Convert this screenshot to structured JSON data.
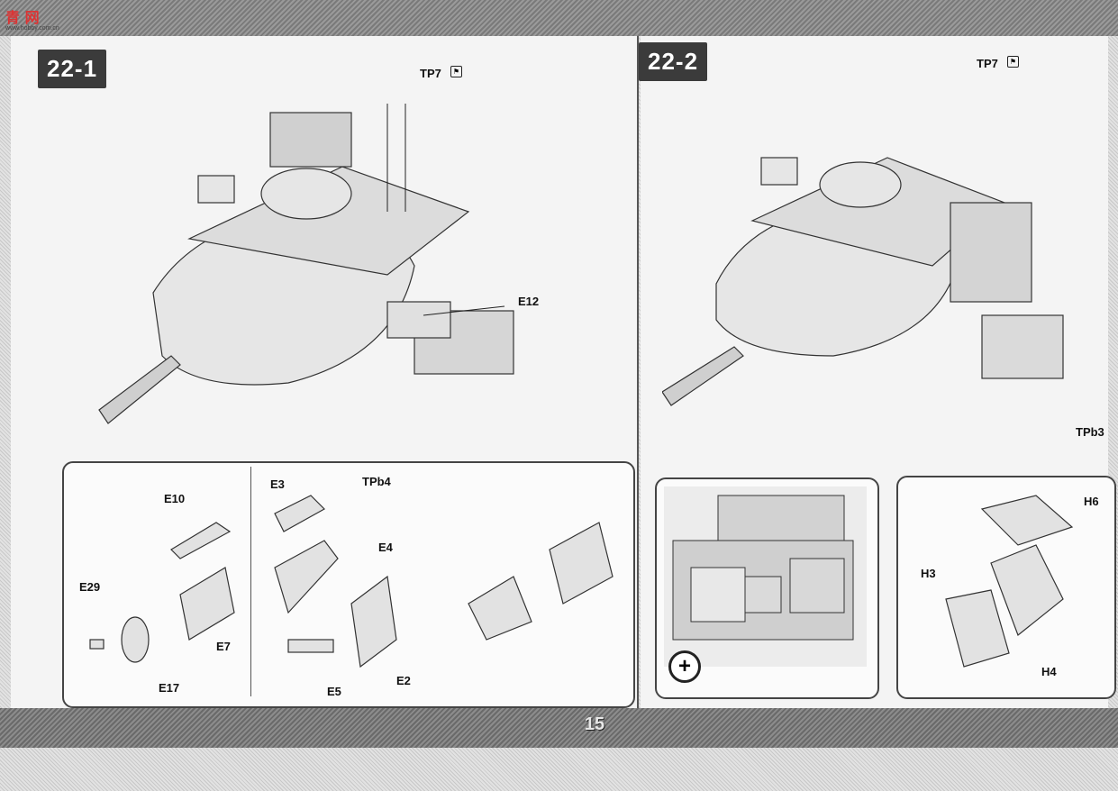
{
  "logo": {
    "text": "青 网",
    "subtext": "www.hobby.com.cn"
  },
  "steps": [
    {
      "id": "22-1",
      "label": "22-1"
    },
    {
      "id": "22-2",
      "label": "22-2"
    }
  ],
  "left": {
    "labels": {
      "tp7": "TP7",
      "e12": "E12",
      "e10": "E10",
      "e29": "E29",
      "e7": "E7",
      "e17": "E17",
      "e3": "E3",
      "tpb4": "TPb4",
      "e4": "E4",
      "e2": "E2",
      "e5": "E5"
    }
  },
  "right": {
    "labels": {
      "tp7": "TP7",
      "tpb3": "TPb3",
      "h6": "H6",
      "h3": "H3",
      "h4": "H4"
    }
  },
  "page_number": "15",
  "colors": {
    "band": "#7a7a7a",
    "step_bg": "#3b3b3b",
    "panel": "#f4f4f4"
  },
  "icons": [
    "glue-icon",
    "zoom-plus-icon"
  ]
}
